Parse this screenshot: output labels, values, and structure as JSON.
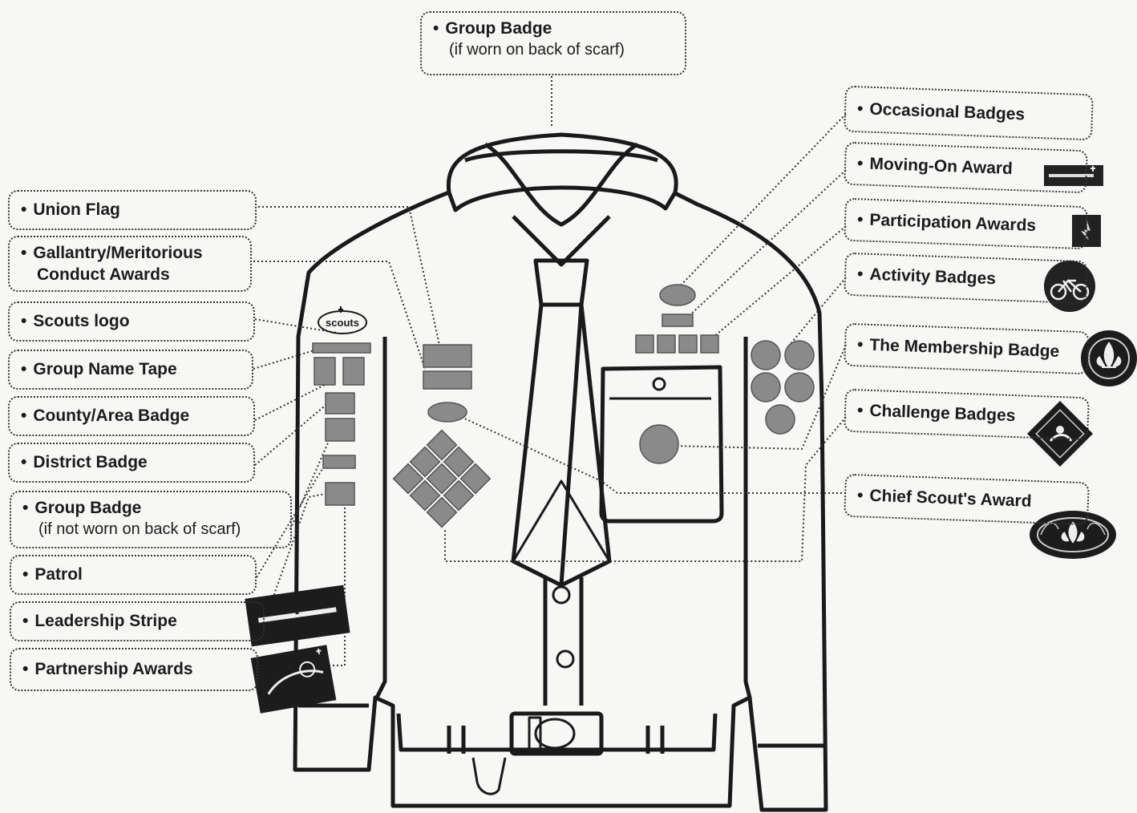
{
  "labels": {
    "group_badge_top": {
      "bullet": "•",
      "title": "Group Badge",
      "sub": "(if worn on back of scarf)"
    },
    "occasional_badges": {
      "bullet": "•",
      "title": "Occasional Badges"
    },
    "moving_on_award": {
      "bullet": "•",
      "title": "Moving-On Award"
    },
    "participation_awards": {
      "bullet": "•",
      "title": "Participation Awards"
    },
    "activity_badges": {
      "bullet": "•",
      "title": "Activity Badges"
    },
    "membership_badge": {
      "bullet": "•",
      "title": "The Membership Badge"
    },
    "challenge_badges": {
      "bullet": "•",
      "title": "Challenge Badges"
    },
    "chief_scouts_award": {
      "bullet": "•",
      "title": "Chief Scout's Award"
    },
    "union_flag": {
      "bullet": "•",
      "title": "Union Flag"
    },
    "gallantry": {
      "bullet": "•",
      "title": "Gallantry/Meritorious",
      "title2": "Conduct Awards"
    },
    "scouts_logo": {
      "bullet": "•",
      "title": "Scouts logo"
    },
    "group_name_tape": {
      "bullet": "•",
      "title": "Group Name Tape"
    },
    "county_area_badge": {
      "bullet": "•",
      "title": "County/Area Badge"
    },
    "district_badge": {
      "bullet": "•",
      "title": "District Badge"
    },
    "group_badge_left": {
      "bullet": "•",
      "title": "Group Badge",
      "sub": "(if not worn on back of scarf)"
    },
    "patrol": {
      "bullet": "•",
      "title": "Patrol"
    },
    "leadership_stripe": {
      "bullet": "•",
      "title": "Leadership Stripe"
    },
    "partnership_awards": {
      "bullet": "•",
      "title": "Partnership Awards"
    }
  },
  "logo_text": "scouts",
  "colors": {
    "outline": "#1a1a1a",
    "badge_fill": "#8a8a8a",
    "dark_badge": "#222222",
    "paper": "#f7f7f5"
  }
}
